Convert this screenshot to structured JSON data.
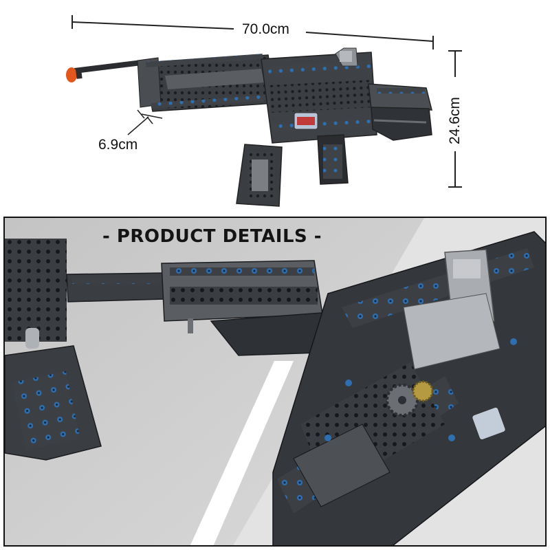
{
  "dimensions": {
    "length": "70.0cm",
    "height": "24.6cm",
    "width": "6.9cm"
  },
  "details": {
    "heading": "- PRODUCT DETAILS -"
  },
  "colors": {
    "brick_dark": "#3a3d42",
    "brick_mid": "#55585e",
    "brick_light": "#9a9da2",
    "pin_blue": "#2f6fb0",
    "muzzle_orange": "#e4571c",
    "panel_bg": "#cfcfcf"
  },
  "icons": [
    "dimension-arrow-icon",
    "muzzle-tip-icon",
    "gear-icon"
  ]
}
